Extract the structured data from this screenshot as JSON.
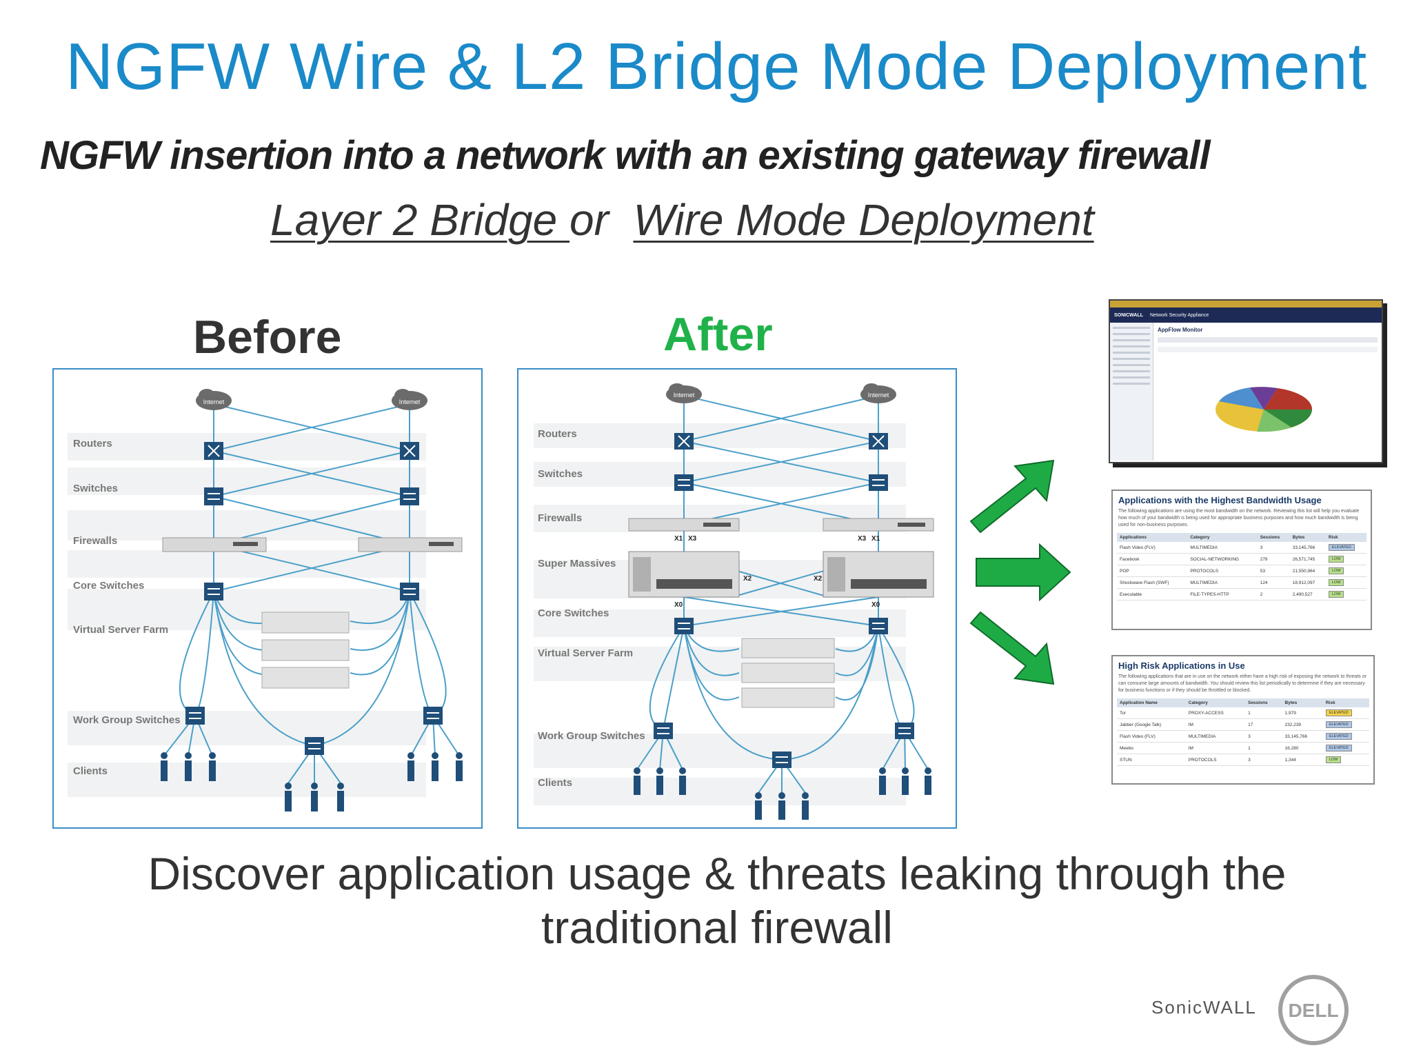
{
  "title": "NGFW Wire & L2 Bridge Mode Deployment",
  "subtitle": "NGFW insertion into a network with an existing gateway firewall",
  "mode_line": {
    "option_a": "Layer 2 Bridge ",
    "connector": "or ",
    "option_b": "Wire Mode Deployment"
  },
  "before": {
    "label": "Before",
    "internet": "Internet",
    "rows": [
      "Routers",
      "Switches",
      "Firewalls",
      "Core Switches",
      "Virtual Server Farm",
      "Work Group Switches",
      "Clients"
    ]
  },
  "after": {
    "label": "After",
    "internet": "Internet",
    "rows": [
      "Routers",
      "Switches",
      "Firewalls",
      "Super Massives",
      "Core Switches",
      "Virtual Server Farm",
      "Work Group Switches",
      "Clients"
    ],
    "ports": [
      "X1",
      "X3",
      "X3",
      "X1",
      "X2",
      "X2",
      "X0",
      "X0"
    ]
  },
  "appflow": {
    "app_name": "Network Security Appliance",
    "page_title": "AppFlow Monitor",
    "brand": "SONICWALL"
  },
  "bandwidth_table": {
    "title": "Applications with the Highest Bandwidth Usage",
    "description": "The following applications are using the most bandwidth on the network. Reviewing this list will help you evaluate how much of your bandwidth is being used for appropriate business purposes and how much bandwidth is being used for non-business purposes.",
    "columns": [
      "Applications",
      "Category",
      "Sessions",
      "Bytes",
      "Risk"
    ],
    "rows": [
      [
        "Flash Video (FLV)",
        "MULTIMEDIA",
        "3",
        "33,145,766",
        "ELEVATED"
      ],
      [
        "Facebook",
        "SOCIAL-NETWORKING",
        "279",
        "26,571,745",
        "LOW"
      ],
      [
        "POP",
        "PROTOCOLS",
        "53",
        "21,550,964",
        "LOW"
      ],
      [
        "Shockwave Flash (SWF)",
        "MULTIMEDIA",
        "124",
        "18,912,097",
        "LOW"
      ],
      [
        "Executable",
        "FILE-TYPES-HTTP",
        "2",
        "2,490,527",
        "LOW"
      ]
    ]
  },
  "risk_table": {
    "title": "High Risk Applications in Use",
    "description": "The following applications that are in use on the network either have a high risk of exposing the network to threats or can consume large amounts of bandwidth. You should review this list periodically to determine if they are necessary for business functions or if they should be throttled or blocked.",
    "columns": [
      "Application Name",
      "Category",
      "Sessions",
      "Bytes",
      "Risk"
    ],
    "rows": [
      [
        "Tor",
        "PROXY-ACCESS",
        "1",
        "1,979",
        "ELEVATED"
      ],
      [
        "Jabber (Google Talk)",
        "IM",
        "17",
        "232,239",
        "ELEVATED"
      ],
      [
        "Flash Video (FLV)",
        "MULTIMEDIA",
        "3",
        "33,145,766",
        "ELEVATED"
      ],
      [
        "Meebo",
        "IM",
        "1",
        "16,280",
        "ELEVATED"
      ],
      [
        "STUN",
        "PROTOCOLS",
        "3",
        "1,344",
        "LOW"
      ]
    ]
  },
  "bottom_text": "Discover application usage & threats leaking through the traditional firewall",
  "brand_text": "SonicWALL",
  "dell_logo": "DELL",
  "colors": {
    "title": "#1a8ac9",
    "after": "#20b24a",
    "arrow": "#1eab45",
    "device": "#1f4e79",
    "link": "#4a9fc9"
  }
}
